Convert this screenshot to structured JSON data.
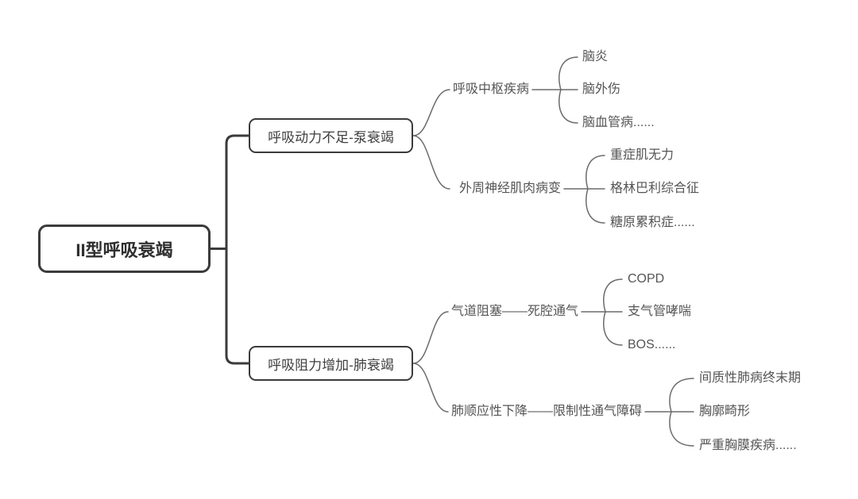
{
  "diagram": {
    "title": "II型呼吸衰竭 mind map",
    "root": {
      "label": "II型呼吸衰竭"
    },
    "branches": [
      {
        "label": "呼吸动力不足-泵衰竭",
        "children": [
          {
            "label": "呼吸中枢疾病",
            "leaves": [
              "脑炎",
              "脑外伤",
              "脑血管病......"
            ]
          },
          {
            "label": "外周神经肌肉病变",
            "leaves": [
              "重症肌无力",
              "格林巴利综合征",
              "糖原累积症......"
            ]
          }
        ]
      },
      {
        "label": "呼吸阻力增加-肺衰竭",
        "children": [
          {
            "label": "气道阻塞——死腔通气",
            "leaves": [
              "COPD",
              "支气管哮喘",
              "BOS......"
            ]
          },
          {
            "label": "肺顺应性下降——限制性通气障碍",
            "leaves": [
              "间质性肺病终末期",
              "胸廓畸形",
              "严重胸膜疾病......"
            ]
          }
        ]
      }
    ]
  },
  "colors": {
    "background": "#ffffff",
    "node-border": "#3b3b3b",
    "text": "#4a4a4a",
    "line-thick": "#3b3b3b",
    "line-thin": "#6b6b6b"
  }
}
